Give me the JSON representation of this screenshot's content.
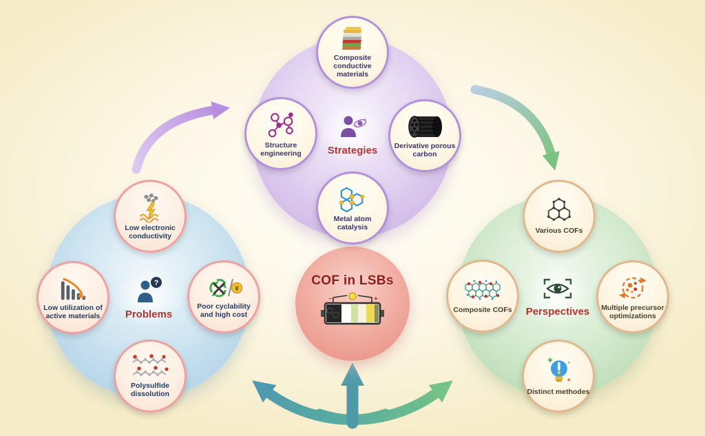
{
  "center": {
    "title": "COF in LSBs"
  },
  "glyphs": {
    "question": "?",
    "yen": "¥",
    "minus": "−",
    "plus": "+"
  },
  "groups": {
    "strategies": {
      "label": "Strategies",
      "satellites": {
        "top": {
          "label": "Composite conductive materials"
        },
        "left": {
          "label": "Structure engineering"
        },
        "right": {
          "label": "Derivative porous carbon"
        },
        "bottom": {
          "label": "Metal atom catalysis"
        }
      }
    },
    "problems": {
      "label": "Problems",
      "satellites": {
        "top": {
          "label": "Low electronic conductivity"
        },
        "left": {
          "label": "Low utilization of active materials"
        },
        "right": {
          "label": "Poor cyclability and high cost"
        },
        "bottom": {
          "label": "Polysulfide dissolution"
        }
      }
    },
    "perspectives": {
      "label": "Perspectives",
      "satellites": {
        "top": {
          "label": "Various COFs"
        },
        "left": {
          "label": "Composite COFs"
        },
        "right": {
          "label": "Multiple precursor optimizations"
        },
        "bottom": {
          "label": "Distinct methodes"
        }
      }
    }
  },
  "colors": {
    "background": "#fbf4dd",
    "strategies_fill": "#d8c3ec",
    "strategies_border": "#b48fdb",
    "problems_fill": "#b6d6e8",
    "problems_satellite_border": "#efa0a0",
    "perspectives_fill": "#bfdcb6",
    "perspectives_satellite_border": "#e2b78d",
    "center_fill": "#ee9b8f",
    "heading_text": "#b03632",
    "arrow_purple": "#bb90e2",
    "arrow_green": "#7cc383",
    "arrow_teal": "#4f9aae"
  }
}
